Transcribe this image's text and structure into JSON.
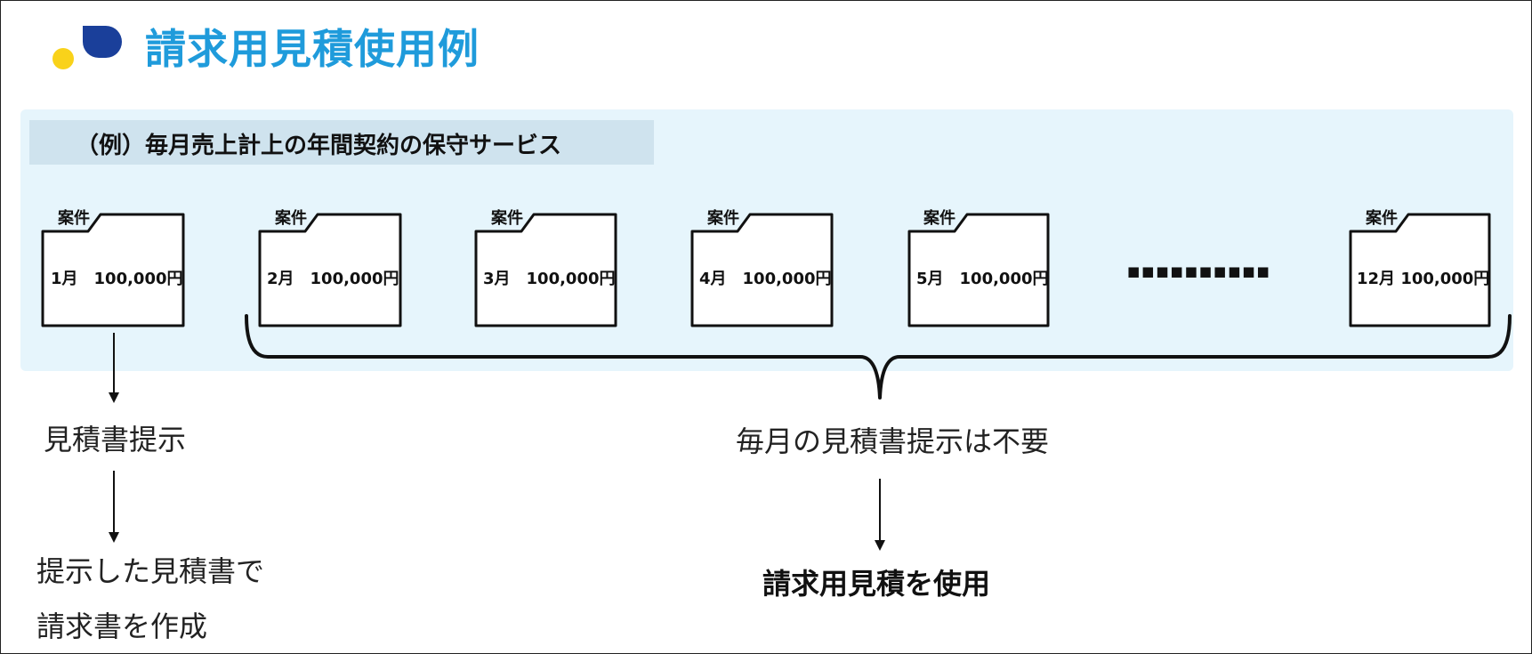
{
  "header": {
    "title": "請求用見積使用例"
  },
  "panel": {
    "subtitle": "（例）毎月売上計上の年間契約の保守サービス"
  },
  "folders": [
    {
      "tab": "案件",
      "label": "1月　100,000円"
    },
    {
      "tab": "案件",
      "label": "2月　100,000円"
    },
    {
      "tab": "案件",
      "label": "3月　100,000円"
    },
    {
      "tab": "案件",
      "label": "4月　100,000円"
    },
    {
      "tab": "案件",
      "label": "5月　100,000円"
    },
    {
      "tab": "案件",
      "label": "12月 100,000円"
    }
  ],
  "ellipsis": "■■■■■■■■■■",
  "labels": {
    "estimate_present": "見積書提示",
    "monthly_unneeded": "毎月の見積書提示は不要",
    "invoice_line1": "提示した見積書で",
    "invoice_line2": "請求書を作成",
    "use_billing": "請求用見積を使用"
  },
  "colors": {
    "title": "#1f9bdb",
    "logo_yellow": "#f9d21a",
    "logo_blue": "#1a3f9a",
    "panel_bg": "#e6f5fc",
    "subtitle_bg": "#cfe3ee"
  }
}
